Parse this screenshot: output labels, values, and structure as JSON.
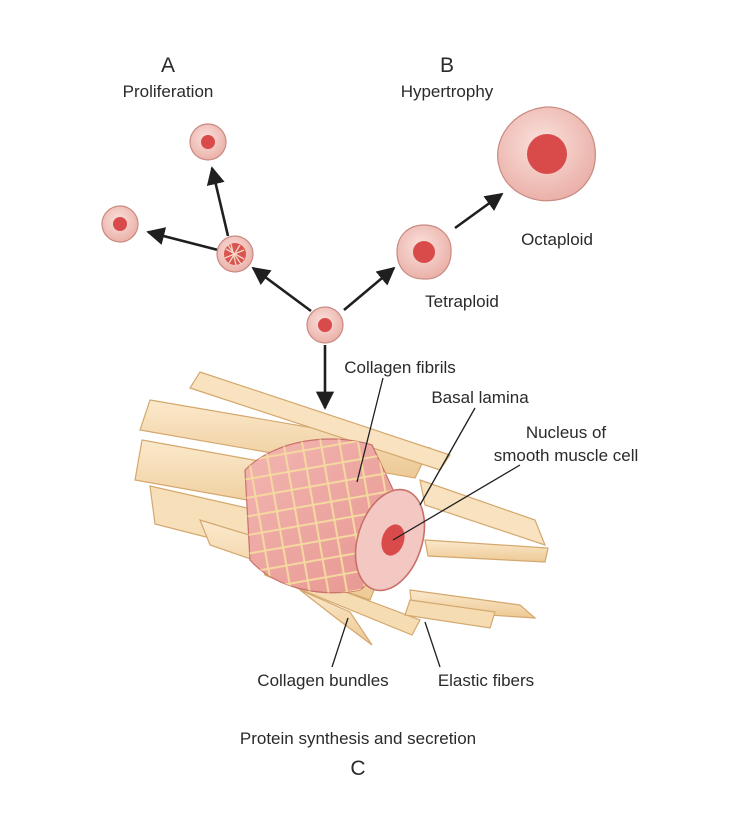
{
  "panels": {
    "a": {
      "letter": "A",
      "title": "Proliferation"
    },
    "b": {
      "letter": "B",
      "title": "Hypertrophy"
    },
    "c": {
      "letter": "C",
      "title": "Protein synthesis and secretion"
    }
  },
  "cell_labels": {
    "octaploid": "Octaploid",
    "tetraploid": "Tetraploid"
  },
  "structure_labels": {
    "collagen_fibrils": "Collagen fibrils",
    "basal_lamina": "Basal lamina",
    "nucleus_line1": "Nucleus of",
    "nucleus_line2": "smooth muscle cell",
    "collagen_bundles": "Collagen bundles",
    "elastic_fibers": "Elastic fibers"
  },
  "colors": {
    "cell_fill": "#f3c8c2",
    "nucleus": "#d94a4a",
    "fiber": "#f6dcb4",
    "fiber_edge": "#d9b07a",
    "arrow": "#1f1f1f"
  }
}
